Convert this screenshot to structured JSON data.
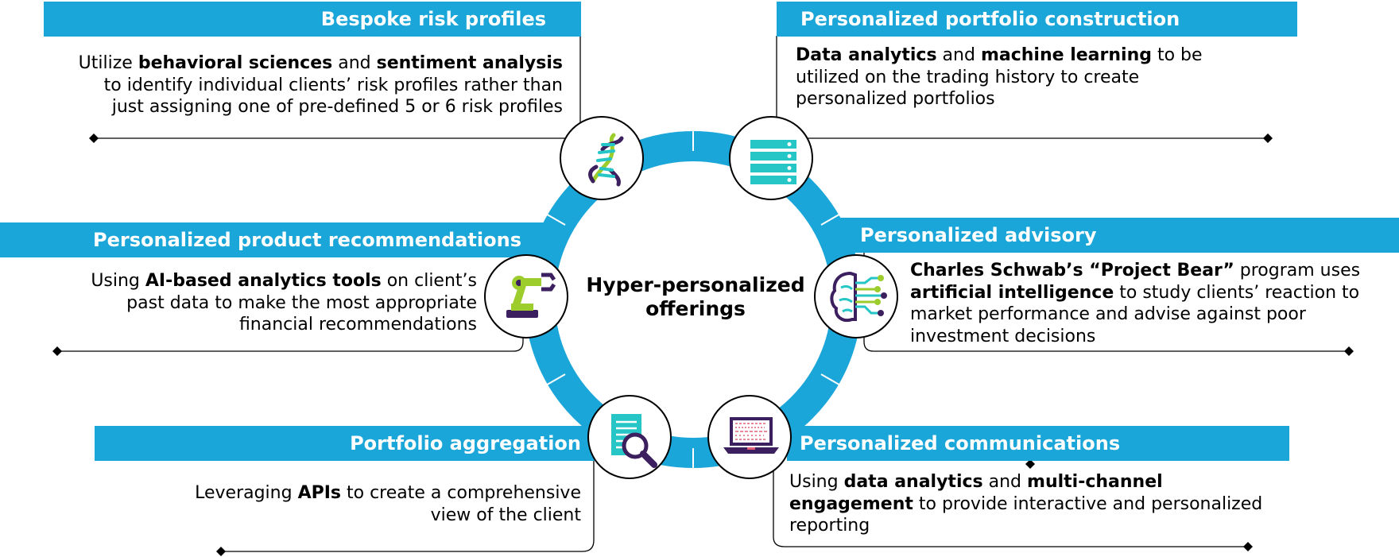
{
  "center": {
    "line1": "Hyper-personalized",
    "line2": "offerings"
  },
  "colors": {
    "accent": "#1aa6d9",
    "icon_green": "#9ccd2c",
    "icon_teal": "#26c6c6",
    "icon_purple": "#3b1f5e"
  },
  "offerings": [
    {
      "title": "Bespoke risk profiles",
      "icon": "dna-icon",
      "desc": [
        [
          {
            "t": "Utilize "
          },
          {
            "t": "behavioral sciences",
            "b": true
          },
          {
            "t": " and "
          },
          {
            "t": "sentiment analysis",
            "b": true
          }
        ],
        [
          {
            "t": "to identify individual clients’ risk profiles rather than"
          }
        ],
        [
          {
            "t": "just assigning one of pre-defined 5 or 6 risk profiles"
          }
        ]
      ]
    },
    {
      "title": "Personalized portfolio construction",
      "icon": "server-icon",
      "desc": [
        [
          {
            "t": "Data analytics",
            "b": true
          },
          {
            "t": " and "
          },
          {
            "t": "machine learning",
            "b": true
          },
          {
            "t": " to be"
          }
        ],
        [
          {
            "t": "utilized on the trading history to create"
          }
        ],
        [
          {
            "t": "personalized portfolios"
          }
        ]
      ]
    },
    {
      "title": "Personalized product recommendations",
      "icon": "robot-arm-icon",
      "desc": [
        [
          {
            "t": "Using "
          },
          {
            "t": "AI-based analytics tools",
            "b": true
          },
          {
            "t": " on client’s"
          }
        ],
        [
          {
            "t": "past data to make the most appropriate"
          }
        ],
        [
          {
            "t": "financial recommendations"
          }
        ]
      ]
    },
    {
      "title": "Personalized advisory",
      "icon": "brain-circuit-icon",
      "desc": [
        [
          {
            "t": "Charles Schwab’s “Project Bear”",
            "b": true
          },
          {
            "t": " program uses"
          }
        ],
        [
          {
            "t": "artificial intelligence",
            "b": true
          },
          {
            "t": " to study clients’ reaction to"
          }
        ],
        [
          {
            "t": "market performance and advise against poor"
          }
        ],
        [
          {
            "t": "investment decisions"
          }
        ]
      ]
    },
    {
      "title": "Portfolio aggregation",
      "icon": "document-search-icon",
      "desc": [
        [
          {
            "t": "Leveraging "
          },
          {
            "t": "APIs",
            "b": true
          },
          {
            "t": " to create a comprehensive"
          }
        ],
        [
          {
            "t": "view of the client"
          }
        ]
      ]
    },
    {
      "title": "Personalized communications",
      "icon": "laptop-icon",
      "desc": [
        [
          {
            "t": "Using "
          },
          {
            "t": "data analytics",
            "b": true
          },
          {
            "t": " and "
          },
          {
            "t": "multi-channel",
            "b": true
          }
        ],
        [
          {
            "t": "engagement",
            "b": true
          },
          {
            "t": " to provide interactive and personalized"
          }
        ],
        [
          {
            "t": "reporting"
          }
        ]
      ]
    }
  ]
}
